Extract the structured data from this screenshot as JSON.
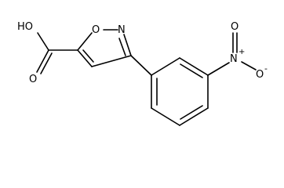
{
  "molecule": {
    "atoms": {
      "carboxyl_oh": "HO",
      "carboxyl_o": "O",
      "ring_o": "O",
      "ring_n": "N",
      "nitro_n": "N",
      "nitro_n_charge": "+",
      "nitro_o_double": "O",
      "nitro_o_single": "O",
      "nitro_o_charge": "-"
    }
  },
  "colors": {
    "bond": "#000000",
    "label": "#000000",
    "background": "#ffffff"
  }
}
